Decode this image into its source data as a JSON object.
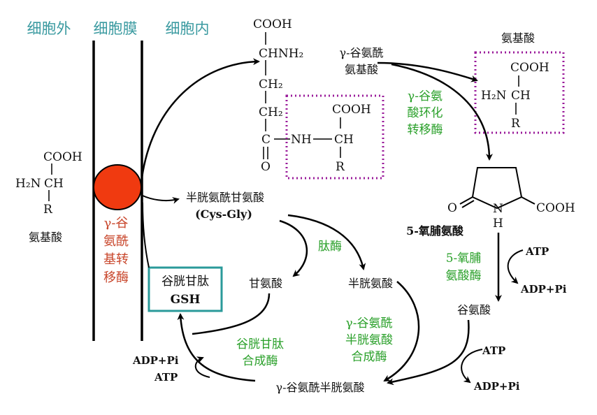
{
  "colors": {
    "region_label": "#3a9aa0",
    "enzyme_green": "#2aa02a",
    "enzyme_red": "#c8452a",
    "transporter_circle": "#f03a10",
    "gsh_box": "#2a9a9a",
    "dotted_box": "#9a1a9a",
    "line": "#000000"
  },
  "regions": {
    "outside": "细胞外",
    "membrane": "细胞膜",
    "inside": "细胞内"
  },
  "amino_acid_outside": {
    "cooh": "COOH",
    "h2n": "H₂N",
    "ch": "CH",
    "r": "R",
    "name": "氨基酸"
  },
  "transferase": [
    "γ-谷",
    "氨酰",
    "基转",
    "移酶"
  ],
  "gamma_glu_aa_structure": {
    "cooh": "COOH",
    "chnh2": "CHNH₂",
    "ch2_a": "CH₂",
    "ch2_b": "CH₂",
    "c": "C",
    "nh": "NH",
    "ch": "CH",
    "o": "O",
    "cooh2": "COOH",
    "r": "R"
  },
  "gamma_glu_aa_label": [
    "γ-谷氨酰",
    "氨基酸"
  ],
  "cyclotransferase": [
    "γ-谷氨",
    "酸环化",
    "转移酶"
  ],
  "released_aa": {
    "name": "氨基酸",
    "cooh": "COOH",
    "h2n": "H₂N",
    "ch": "CH",
    "r": "R"
  },
  "oxoproline": {
    "o": "O",
    "n": "N",
    "h": "H",
    "cooh": "COOH",
    "name": "5-氧脯氨酸"
  },
  "oxoprolinase": [
    "5-氧脯",
    "氨酸酶"
  ],
  "atp1": "ATP",
  "adp1": "ADP+Pi",
  "glutamate": "谷氨酸",
  "atp2": "ATP",
  "adp2": "ADP+Pi",
  "cys_gly": [
    "半胱氨酰甘氨酸",
    "(Cys-Gly)"
  ],
  "peptidase": "肽酶",
  "glycine": "甘氨酸",
  "cysteine": "半胱氨酸",
  "gcl_enzyme": [
    "γ-谷氨酰",
    "半胱氨酸",
    "合成酶"
  ],
  "gamma_glu_cys": "γ-谷氨酰半胱氨酸",
  "gss_enzyme": [
    "谷胱甘肽",
    "合成酶"
  ],
  "adp3": "ADP+Pi",
  "atp3": "ATP",
  "gsh": [
    "谷胱甘肽",
    "GSH"
  ]
}
